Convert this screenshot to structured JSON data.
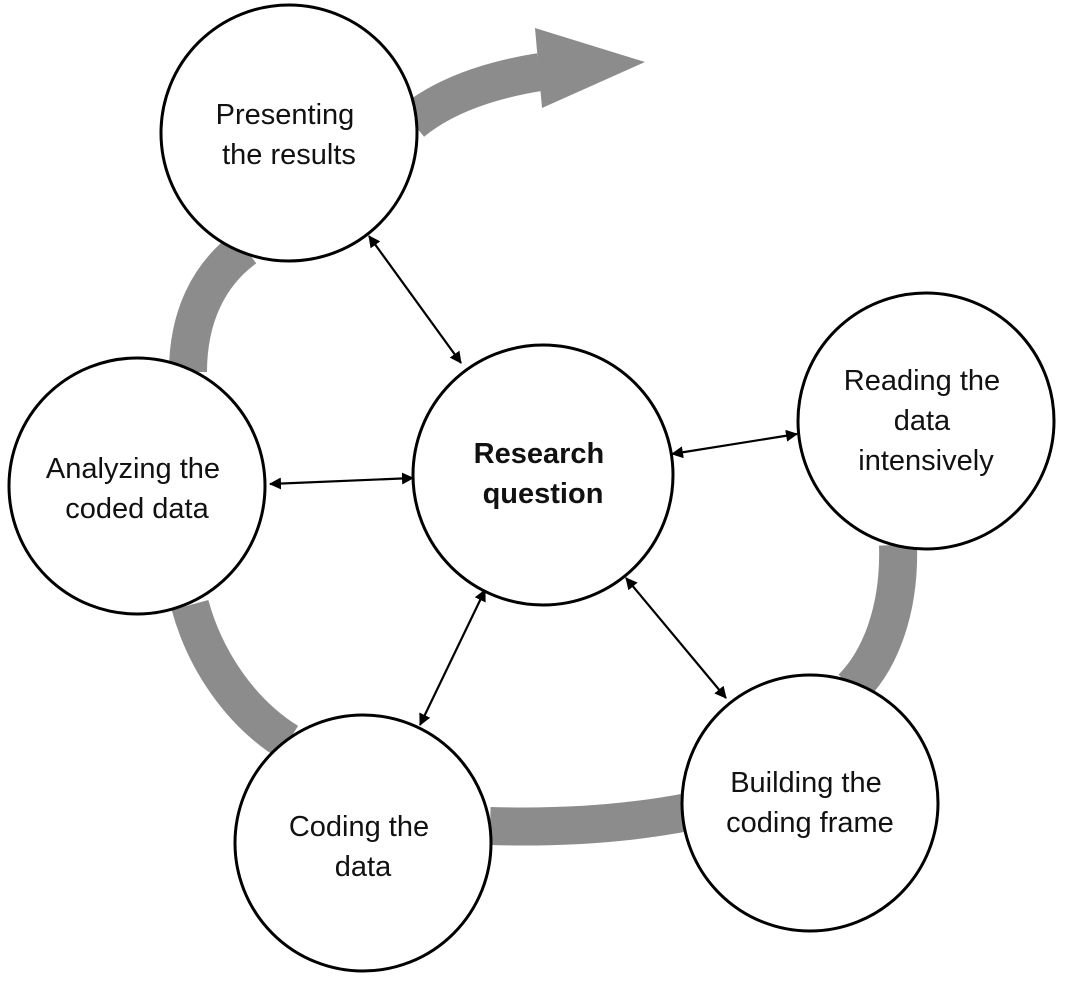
{
  "colors": {
    "cycle_band": "#8c8c8c",
    "node_border": "#000000",
    "node_fill": "#ffffff",
    "text": "#111111",
    "link": "#000000"
  },
  "center": {
    "lines": [
      "Research",
      "question"
    ]
  },
  "nodes": [
    {
      "id": "presenting",
      "lines": [
        "Presenting",
        "the results"
      ]
    },
    {
      "id": "reading",
      "lines": [
        "Reading the",
        "data",
        "intensively"
      ]
    },
    {
      "id": "building",
      "lines": [
        "Building the",
        "coding frame"
      ]
    },
    {
      "id": "coding",
      "lines": [
        "Coding the",
        "data"
      ]
    },
    {
      "id": "analyzing",
      "lines": [
        "Analyzing the",
        "coded data"
      ]
    }
  ],
  "links": [
    {
      "from": "center",
      "to": "presenting",
      "direction": "both"
    },
    {
      "from": "center",
      "to": "reading",
      "direction": "both"
    },
    {
      "from": "center",
      "to": "building",
      "direction": "both"
    },
    {
      "from": "center",
      "to": "coding",
      "direction": "both"
    },
    {
      "from": "center",
      "to": "analyzing",
      "direction": "both"
    }
  ],
  "cycle": {
    "order": [
      "reading",
      "building",
      "coding",
      "analyzing",
      "presenting"
    ],
    "ends_with_arrow": true
  }
}
